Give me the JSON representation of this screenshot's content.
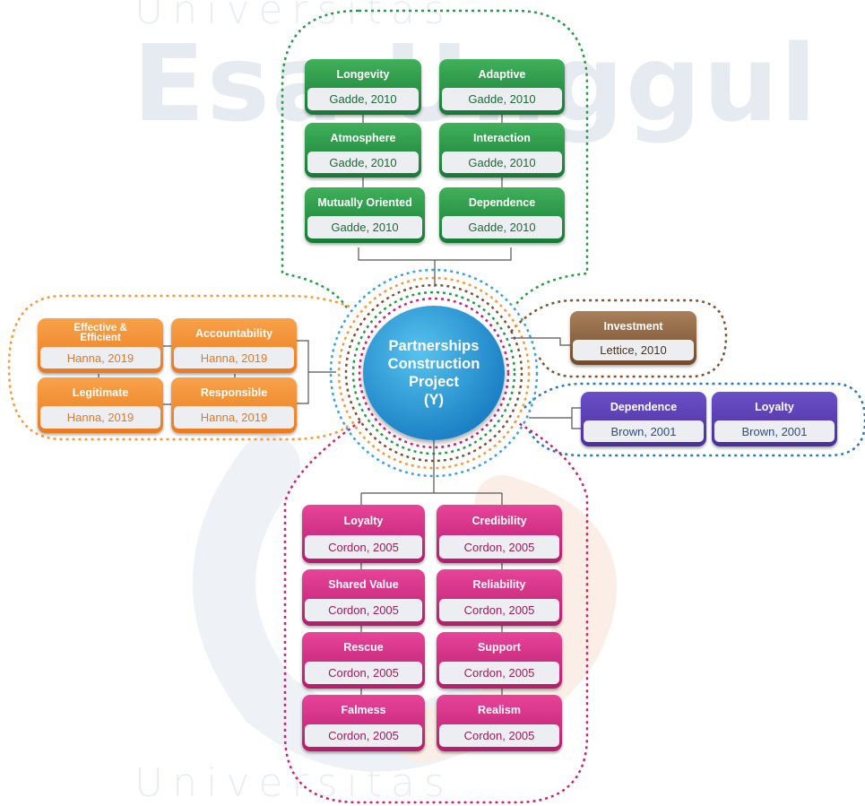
{
  "watermark": {
    "top": "Universitas",
    "brand": "Esa Unggul",
    "bottom": "Universitas"
  },
  "center": {
    "lines": [
      "Partnerships",
      "Construction",
      "Project",
      "(Y)"
    ]
  },
  "groups": {
    "green": {
      "color": "#2a9a4a",
      "items": [
        {
          "title": "Longevity",
          "source": "Gadde, 2010"
        },
        {
          "title": "Adaptive",
          "source": "Gadde, 2010"
        },
        {
          "title": "Atmosphere",
          "source": "Gadde, 2010"
        },
        {
          "title": "Interaction",
          "source": "Gadde, 2010"
        },
        {
          "title": "Mutually Oriented",
          "source": "Gadde, 2010"
        },
        {
          "title": "Dependence",
          "source": "Gadde, 2010"
        }
      ]
    },
    "orange": {
      "color": "#f39a3e",
      "items": [
        {
          "title": "Effective & Efficient",
          "source": "Hanna, 2019"
        },
        {
          "title": "Accountability",
          "source": "Hanna, 2019"
        },
        {
          "title": "Legitimate",
          "source": "Hanna, 2019"
        },
        {
          "title": "Responsible",
          "source": "Hanna, 2019"
        }
      ]
    },
    "brown": {
      "color": "#7a5534",
      "items": [
        {
          "title": "Investment",
          "source": "Lettice, 2010"
        }
      ]
    },
    "blue": {
      "color": "#2f79b8",
      "items": [
        {
          "title": "Dependence",
          "source": "Brown, 2001"
        },
        {
          "title": "Loyalty",
          "source": "Brown, 2001"
        }
      ]
    },
    "pink": {
      "color": "#c8246f",
      "items": [
        {
          "title": "Loyalty",
          "source": "Cordon, 2005"
        },
        {
          "title": "Credibility",
          "source": "Cordon, 2005"
        },
        {
          "title": "Shared Value",
          "source": "Cordon, 2005"
        },
        {
          "title": "Reliability",
          "source": "Cordon, 2005"
        },
        {
          "title": "Rescue",
          "source": "Cordon, 2005"
        },
        {
          "title": "Support",
          "source": "Cordon, 2005"
        },
        {
          "title": "Falmess",
          "source": "Cordon, 2005"
        },
        {
          "title": "Realism",
          "source": "Cordon, 2005"
        }
      ]
    }
  }
}
